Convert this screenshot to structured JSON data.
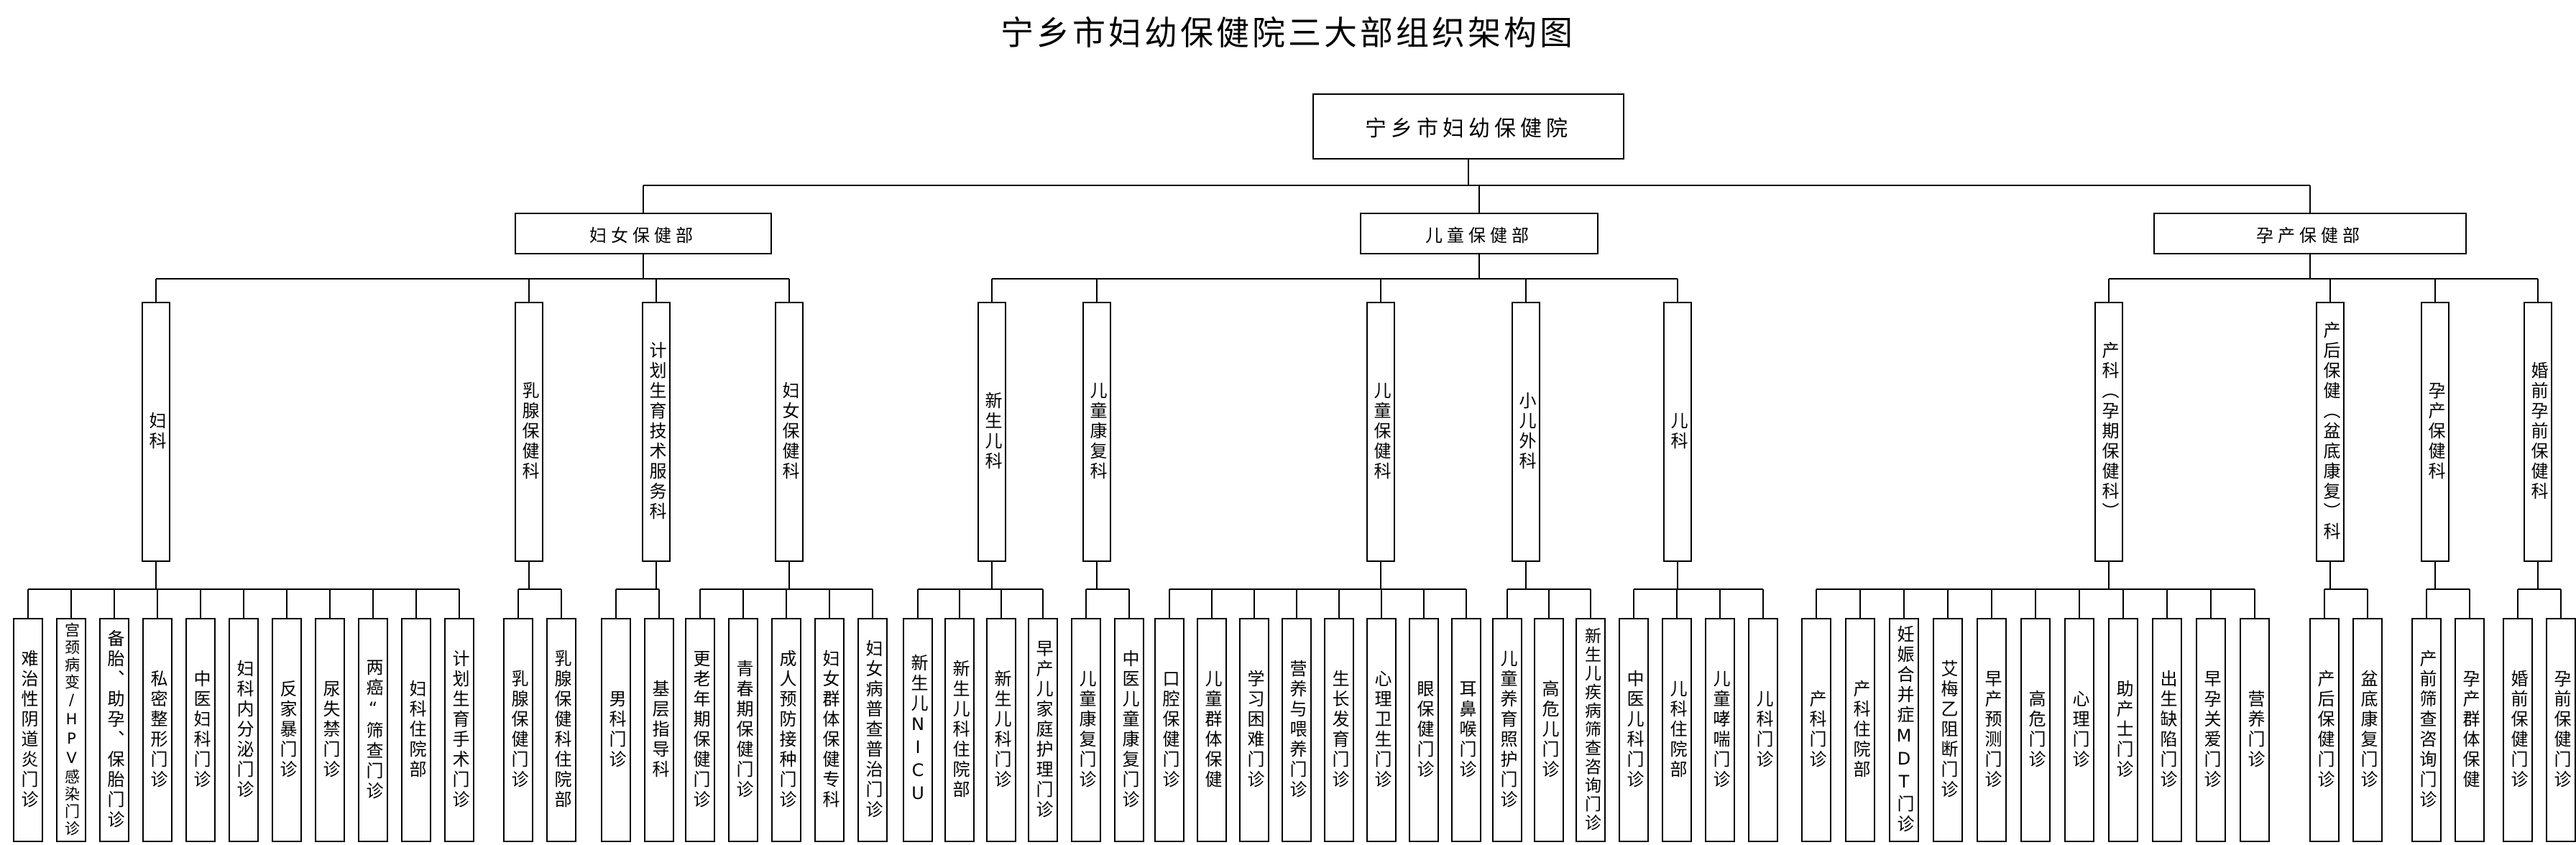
{
  "title": "宁乡市妇幼保健院三大部组织架构图",
  "root": "宁乡市妇幼保健院",
  "departments": [
    {
      "name": "妇女保健部",
      "sections": [
        {
          "name": "妇科",
          "clinics": [
            "难治性阴道炎门诊",
            "宫颈病变/HPV感染门诊",
            "备胎、助孕、保胎门诊",
            "私密整形门诊",
            "中医妇科门诊",
            "妇科内分泌门诊",
            "反家暴门诊",
            "尿失禁门诊",
            "两癌“筛查门诊",
            "妇科住院部",
            "计划生育手术门诊"
          ]
        },
        {
          "name": "乳腺保健科",
          "clinics": [
            "乳腺保健门诊",
            "乳腺保健科住院部"
          ]
        },
        {
          "name": "计划生育技术服务科",
          "clinics": [
            "男科门诊",
            "基层指导科"
          ]
        },
        {
          "name": "妇女保健科",
          "clinics": [
            "更老年期保健门诊",
            "青春期保健门诊",
            "成人预防接种门诊",
            "妇女群体保健专科",
            "妇女病普查普治门诊"
          ]
        }
      ]
    },
    {
      "name": "儿童保健部",
      "sections": [
        {
          "name": "新生儿科",
          "clinics": [
            "新生儿NICU",
            "新生儿科住院部",
            "新生儿科门诊",
            "早产儿家庭护理门诊"
          ]
        },
        {
          "name": "儿童康复科",
          "clinics": [
            "儿童康复门诊",
            "中医儿童康复门诊"
          ]
        },
        {
          "name": "儿童保健科",
          "clinics": [
            "口腔保健门诊",
            "儿童群体保健",
            "学习困难门诊",
            "营养与喂养门诊",
            "生长发育门诊",
            "心理卫生门诊",
            "眼保健门诊",
            "耳鼻喉门诊"
          ]
        },
        {
          "name": "小儿外科",
          "clinics": [
            "儿童养育照护门诊",
            "高危儿门诊",
            "新生儿疾病筛查咨询门诊"
          ]
        },
        {
          "name": "儿科",
          "clinics": [
            "中医儿科门诊",
            "儿科住院部",
            "儿童哮喘门诊",
            "儿科门诊"
          ]
        }
      ]
    },
    {
      "name": "孕产保健部",
      "sections": [
        {
          "name": "产科（孕期保健科）",
          "clinics": [
            "产科门诊",
            "产科住院部",
            "妊娠合并症MDT门诊",
            "艾梅乙阻断门诊",
            "早产预测门诊",
            "高危门诊",
            "心理门诊",
            "助产士门诊",
            "出生缺陷门诊",
            "早孕关爱门诊",
            "营养门诊"
          ]
        },
        {
          "name": "产后保健（盆底康复）科",
          "clinics": [
            "产后保健门诊",
            "盆底康复门诊"
          ]
        },
        {
          "name": "孕产保健科",
          "clinics": [
            "产前筛查咨询门诊",
            "孕产群体保健"
          ]
        },
        {
          "name": "婚前孕前保健科",
          "clinics": [
            "婚前保健门诊",
            "孕前保健门诊"
          ]
        }
      ]
    }
  ]
}
